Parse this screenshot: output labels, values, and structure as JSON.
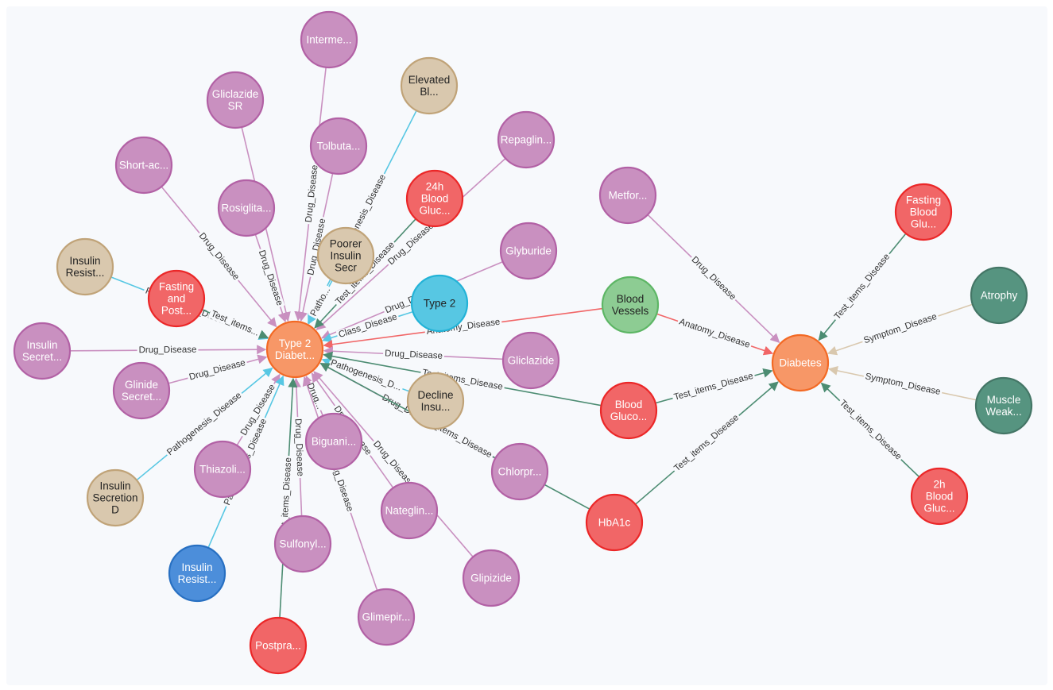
{
  "categories": {
    "drug": {
      "fill": "#c990c0",
      "stroke": "#b261a5",
      "text": "#ffffff"
    },
    "cause": {
      "fill": "#d9c8ae",
      "stroke": "#c0a378",
      "text": "#222222"
    },
    "test": {
      "fill": "#f16667",
      "stroke": "#eb2728",
      "text": "#ffffff"
    },
    "class": {
      "fill": "#57c7e3",
      "stroke": "#23b3d7",
      "text": "#222222"
    },
    "anatomy": {
      "fill": "#8dcc93",
      "stroke": "#5db665",
      "text": "#222222"
    },
    "disease": {
      "fill": "#f79767",
      "stroke": "#f36924",
      "text": "#ffffff"
    },
    "symptom": {
      "fill": "#569480",
      "stroke": "#447666",
      "text": "#ffffff"
    },
    "pathogen": {
      "fill": "#4c8eda",
      "stroke": "#2870c2",
      "text": "#ffffff"
    }
  },
  "edge_colors": {
    "Drug_Disease": "#c990c0",
    "Pathogenesis_Disease": "#57c7e3",
    "Test_items_Disease": "#4c8c72",
    "Anatomy_Disease": "#f16667",
    "Class_Disease": "#57c7e3",
    "Symptom_Disease": "#d9c8ae",
    "Other": "#8dcc93"
  },
  "nodes": [
    {
      "id": "t2d",
      "cat": "disease",
      "lines": [
        "Type 2",
        "Diabet..."
      ]
    },
    {
      "id": "diabetes",
      "cat": "disease",
      "lines": [
        "Diabetes"
      ]
    },
    {
      "id": "interme",
      "cat": "drug",
      "lines": [
        "Interme..."
      ]
    },
    {
      "id": "gliclazide_sr",
      "cat": "drug",
      "lines": [
        "Gliclazide",
        "SR"
      ]
    },
    {
      "id": "elevated",
      "cat": "cause",
      "lines": [
        "Elevated",
        "Bl..."
      ]
    },
    {
      "id": "tolbuta",
      "cat": "drug",
      "lines": [
        "Tolbuta..."
      ]
    },
    {
      "id": "repaglin",
      "cat": "drug",
      "lines": [
        "Repaglin..."
      ]
    },
    {
      "id": "shortac",
      "cat": "drug",
      "lines": [
        "Short-ac..."
      ]
    },
    {
      "id": "rosiglita",
      "cat": "drug",
      "lines": [
        "Rosiglita..."
      ]
    },
    {
      "id": "bg24h",
      "cat": "test",
      "lines": [
        "24h",
        "Blood",
        "Gluc..."
      ]
    },
    {
      "id": "metfor",
      "cat": "drug",
      "lines": [
        "Metfor..."
      ]
    },
    {
      "id": "insulin_resist_cause",
      "cat": "cause",
      "lines": [
        "Insulin",
        "Resist..."
      ]
    },
    {
      "id": "poorer",
      "cat": "cause",
      "lines": [
        "Poorer",
        "Insulin",
        "Secr"
      ]
    },
    {
      "id": "glyburide",
      "cat": "drug",
      "lines": [
        "Glyburide"
      ]
    },
    {
      "id": "fasting_post",
      "cat": "test",
      "lines": [
        "Fasting",
        "and",
        "Post..."
      ]
    },
    {
      "id": "type2",
      "cat": "class",
      "lines": [
        "Type 2"
      ]
    },
    {
      "id": "blood_vessels",
      "cat": "anatomy",
      "lines": [
        "Blood",
        "Vessels"
      ]
    },
    {
      "id": "insulin_secret",
      "cat": "drug",
      "lines": [
        "Insulin",
        "Secret..."
      ]
    },
    {
      "id": "gliclazide",
      "cat": "drug",
      "lines": [
        "Gliclazide"
      ]
    },
    {
      "id": "glinide",
      "cat": "drug",
      "lines": [
        "Glinide",
        "Secret..."
      ]
    },
    {
      "id": "decline",
      "cat": "cause",
      "lines": [
        "Decline",
        "Insu..."
      ]
    },
    {
      "id": "blood_gluco",
      "cat": "test",
      "lines": [
        "Blood",
        "Gluco..."
      ]
    },
    {
      "id": "thiazoli",
      "cat": "drug",
      "lines": [
        "Thiazoli..."
      ]
    },
    {
      "id": "biguani",
      "cat": "drug",
      "lines": [
        "Biguani..."
      ]
    },
    {
      "id": "chlorpr",
      "cat": "drug",
      "lines": [
        "Chlorpr..."
      ]
    },
    {
      "id": "insulin_secretion_d",
      "cat": "cause",
      "lines": [
        "Insulin",
        "Secretion",
        "D"
      ]
    },
    {
      "id": "nateglin",
      "cat": "drug",
      "lines": [
        "Nateglin..."
      ]
    },
    {
      "id": "hba1c",
      "cat": "test",
      "lines": [
        "HbA1c"
      ]
    },
    {
      "id": "sulfonyl",
      "cat": "drug",
      "lines": [
        "Sulfonyl..."
      ]
    },
    {
      "id": "insulin_resist_path",
      "cat": "pathogen",
      "lines": [
        "Insulin",
        "Resist..."
      ]
    },
    {
      "id": "glipizide",
      "cat": "drug",
      "lines": [
        "Glipizide"
      ]
    },
    {
      "id": "glimepir",
      "cat": "drug",
      "lines": [
        "Glimepir..."
      ]
    },
    {
      "id": "postpra",
      "cat": "test",
      "lines": [
        "Postpra..."
      ]
    },
    {
      "id": "fasting_blood",
      "cat": "test",
      "lines": [
        "Fasting",
        "Blood",
        "Glu..."
      ]
    },
    {
      "id": "atrophy",
      "cat": "symptom",
      "lines": [
        "Atrophy"
      ]
    },
    {
      "id": "muscle_weak",
      "cat": "symptom",
      "lines": [
        "Muscle",
        "Weak..."
      ]
    },
    {
      "id": "bg2h",
      "cat": "test",
      "lines": [
        "2h",
        "Blood",
        "Gluc..."
      ]
    }
  ],
  "edges": [
    {
      "from": "interme",
      "to": "t2d",
      "label": "Drug_Disease",
      "kind": "Drug_Disease"
    },
    {
      "from": "gliclazide_sr",
      "to": "t2d",
      "label": "",
      "kind": "Drug_Disease"
    },
    {
      "from": "tolbuta",
      "to": "t2d",
      "label": "Drug_Disease",
      "kind": "Drug_Disease"
    },
    {
      "from": "elevated",
      "to": "t2d",
      "label": "Pathogenesis_Disease",
      "kind": "Pathogenesis_Disease"
    },
    {
      "from": "repaglin",
      "to": "t2d",
      "label": "Drug_Disease",
      "kind": "Drug_Disease"
    },
    {
      "from": "shortac",
      "to": "t2d",
      "label": "Drug_Disease",
      "kind": "Drug_Disease"
    },
    {
      "from": "rosiglita",
      "to": "t2d",
      "label": "Drug_Disease",
      "kind": "Drug_Disease"
    },
    {
      "from": "bg24h",
      "to": "t2d",
      "label": "Test_items_Disease",
      "kind": "Test_items_Disease"
    },
    {
      "from": "poorer",
      "to": "t2d",
      "label": "Patho...",
      "kind": "Pathogenesis_Disease"
    },
    {
      "from": "insulin_resist_cause",
      "to": "t2d",
      "label": "Pathogenesis_Disease",
      "kind": "Pathogenesis_Disease"
    },
    {
      "from": "fasting_post",
      "to": "t2d",
      "label": "Test_items...",
      "kind": "Test_items_Disease"
    },
    {
      "from": "glyburide",
      "to": "t2d",
      "label": "Drug_Disease",
      "kind": "Drug_Disease"
    },
    {
      "from": "type2",
      "to": "t2d",
      "label": "Class_Disease",
      "kind": "Class_Disease"
    },
    {
      "from": "blood_vessels",
      "to": "t2d",
      "label": "Anatomy_Disease",
      "kind": "Anatomy_Disease"
    },
    {
      "from": "insulin_secret",
      "to": "t2d",
      "label": "Drug_Disease",
      "kind": "Drug_Disease"
    },
    {
      "from": "gliclazide",
      "to": "t2d",
      "label": "Drug_Disease",
      "kind": "Drug_Disease"
    },
    {
      "from": "glinide",
      "to": "t2d",
      "label": "Drug_Disease",
      "kind": "Drug_Disease"
    },
    {
      "from": "decline",
      "to": "t2d",
      "label": "Pathogenesis_D...",
      "kind": "Pathogenesis_Disease"
    },
    {
      "from": "blood_gluco",
      "to": "t2d",
      "label": "Test_items_Disease",
      "kind": "Test_items_Disease"
    },
    {
      "from": "insulin_secretion_d",
      "to": "t2d",
      "label": "Pathogenesis_Disease",
      "kind": "Pathogenesis_Disease"
    },
    {
      "from": "thiazoli",
      "to": "t2d",
      "label": "Drug_Disease",
      "kind": "Drug_Disease"
    },
    {
      "from": "insulin_resist_path",
      "to": "t2d",
      "label": "Pathogenesis_Disease",
      "kind": "Pathogenesis_Disease"
    },
    {
      "from": "sulfonyl",
      "to": "t2d",
      "label": "Drug_Disease",
      "kind": "Drug_Disease"
    },
    {
      "from": "postpra",
      "to": "t2d",
      "label": "Test_items_Disease",
      "kind": "Test_items_Disease"
    },
    {
      "from": "biguani",
      "to": "t2d",
      "label": "Drug...",
      "kind": "Drug_Disease"
    },
    {
      "from": "glimepir",
      "to": "t2d",
      "label": "Drug_Disease",
      "kind": "Drug_Disease"
    },
    {
      "from": "nateglin",
      "to": "t2d",
      "label": "Drug_Disease",
      "kind": "Drug_Disease"
    },
    {
      "from": "glipizide",
      "to": "t2d",
      "label": "Drug_Disease",
      "kind": "Drug_Disease"
    },
    {
      "from": "chlorpr",
      "to": "t2d",
      "label": "Drug_Disease",
      "kind": "Drug_Disease"
    },
    {
      "from": "hba1c",
      "to": "t2d",
      "label": "Test_items_Disease",
      "kind": "Test_items_Disease"
    },
    {
      "from": "metfor",
      "to": "diabetes",
      "label": "Drug_Disease",
      "kind": "Drug_Disease"
    },
    {
      "from": "blood_vessels",
      "to": "diabetes",
      "label": "Anatomy_Disease",
      "kind": "Anatomy_Disease"
    },
    {
      "from": "blood_gluco",
      "to": "diabetes",
      "label": "Test_items_Disease",
      "kind": "Test_items_Disease"
    },
    {
      "from": "hba1c",
      "to": "diabetes",
      "label": "Test_items_Disease",
      "kind": "Test_items_Disease"
    },
    {
      "from": "fasting_blood",
      "to": "diabetes",
      "label": "Test_items_Disease",
      "kind": "Test_items_Disease"
    },
    {
      "from": "atrophy",
      "to": "diabetes",
      "label": "Symptom_Disease",
      "kind": "Symptom_Disease"
    },
    {
      "from": "muscle_weak",
      "to": "diabetes",
      "label": "Symptom_Disease",
      "kind": "Symptom_Disease"
    },
    {
      "from": "bg2h",
      "to": "diabetes",
      "label": "Test_items_Disease",
      "kind": "Test_items_Disease"
    }
  ]
}
